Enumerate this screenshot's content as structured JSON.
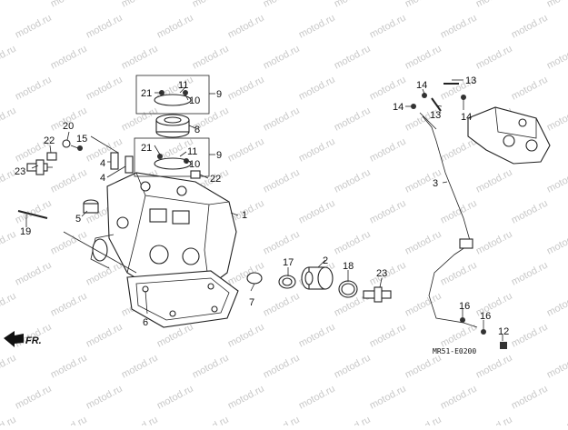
{
  "diagram": {
    "watermark": "motod.ru",
    "reference_code": "MR51-E0200",
    "direction_label": "FR.",
    "callouts": {
      "c1": "1",
      "c2": "2",
      "c3": "3",
      "c4a": "4",
      "c4b": "4",
      "c5": "5",
      "c6": "6",
      "c7": "7",
      "c8": "8",
      "c9a": "9",
      "c9b": "9",
      "c10a": "10",
      "c10b": "10",
      "c11a": "11",
      "c11b": "11",
      "c12": "12",
      "c13a": "13",
      "c13b": "13",
      "c14a": "14",
      "c14b": "14",
      "c14c": "14",
      "c15": "15",
      "c16a": "16",
      "c16b": "16",
      "c17": "17",
      "c18": "18",
      "c19": "19",
      "c20": "20",
      "c21a": "21",
      "c21b": "21",
      "c22a": "22",
      "c22b": "22",
      "c23a": "23",
      "c23b": "23"
    }
  }
}
